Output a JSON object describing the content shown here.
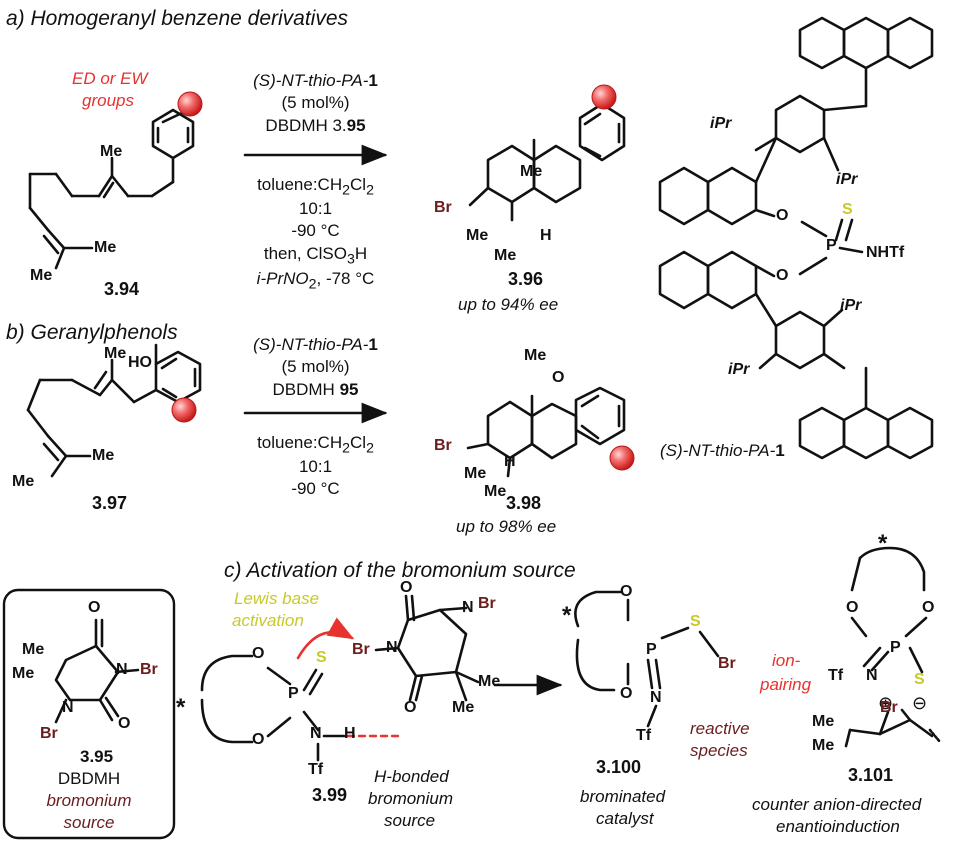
{
  "section_a": {
    "title": "a) Homogeranyl benzene derivatives",
    "substituent_label_1": "ED or EW",
    "substituent_label_2": "groups",
    "start_label": "3.94",
    "product_label": "3.96",
    "product_ee": "up to 94% ee",
    "conditions": {
      "catalyst_prefix": "(S)-NT-thio-PA-",
      "catalyst_num": "1",
      "loading": "(5 mol%)",
      "reagent_prefix": "DBDMH 3.",
      "reagent_num": "95",
      "solvent_a": "toluene:CH",
      "solvent_sub": "2",
      "solvent_b": "Cl",
      "ratio": "10:1",
      "temp": "-90 °C",
      "then_a": "then, ClSO",
      "then_sub": "3",
      "then_b": "H",
      "then2": "i-PrNO",
      "then2_sub": "2",
      "then2_b": ", -78 °C"
    }
  },
  "section_b": {
    "title": "b) Geranylphenols",
    "start_label": "3.97",
    "product_label": "3.98",
    "product_ee": "up to 98% ee",
    "conditions": {
      "catalyst_prefix": "(S)-NT-thio-PA-",
      "catalyst_num": "1",
      "loading": "(5 mol%)",
      "reagent_prefix": "DBDMH ",
      "reagent_num": "95",
      "solvent_a": "toluene:CH",
      "solvent_sub": "2",
      "solvent_b": "Cl",
      "ratio": "10:1",
      "temp": "-90 °C"
    }
  },
  "catalyst": {
    "name_prefix": "(S)-NT-thio-PA-",
    "name_num": "1",
    "iPr": "iPr",
    "O": "O",
    "P": "P",
    "S": "S",
    "NHTf": "NHTf"
  },
  "section_c": {
    "title": "c) Activation of the bromonium source",
    "box": {
      "label": "3.95",
      "name": "DBDMH",
      "desc_1": "bromonium",
      "desc_2": "source"
    },
    "lewis_1": "Lewis base",
    "lewis_2": "activation",
    "label_399": "3.99",
    "hbond_1": "H-bonded",
    "hbond_2": "bromonium",
    "hbond_3": "source",
    "label_3100": "3.100",
    "brominated_1": "brominated",
    "brominated_2": "catalyst",
    "reactive_1": "reactive",
    "reactive_2": "species",
    "ion_1": "ion-",
    "ion_2": "pairing",
    "label_3101": "3.101",
    "counter_1": "counter anion-directed",
    "counter_2": "enantioinduction"
  },
  "atoms": {
    "Me": "Me",
    "Br": "Br",
    "H": "H",
    "O": "O",
    "N": "N",
    "Tf": "Tf",
    "S": "S",
    "P": "P",
    "HO": "HO",
    "star": "*"
  },
  "colors": {
    "red": "#e8322f",
    "yellow": "#c9c92a",
    "bromine": "#6b1d1d",
    "black": "#111111"
  }
}
